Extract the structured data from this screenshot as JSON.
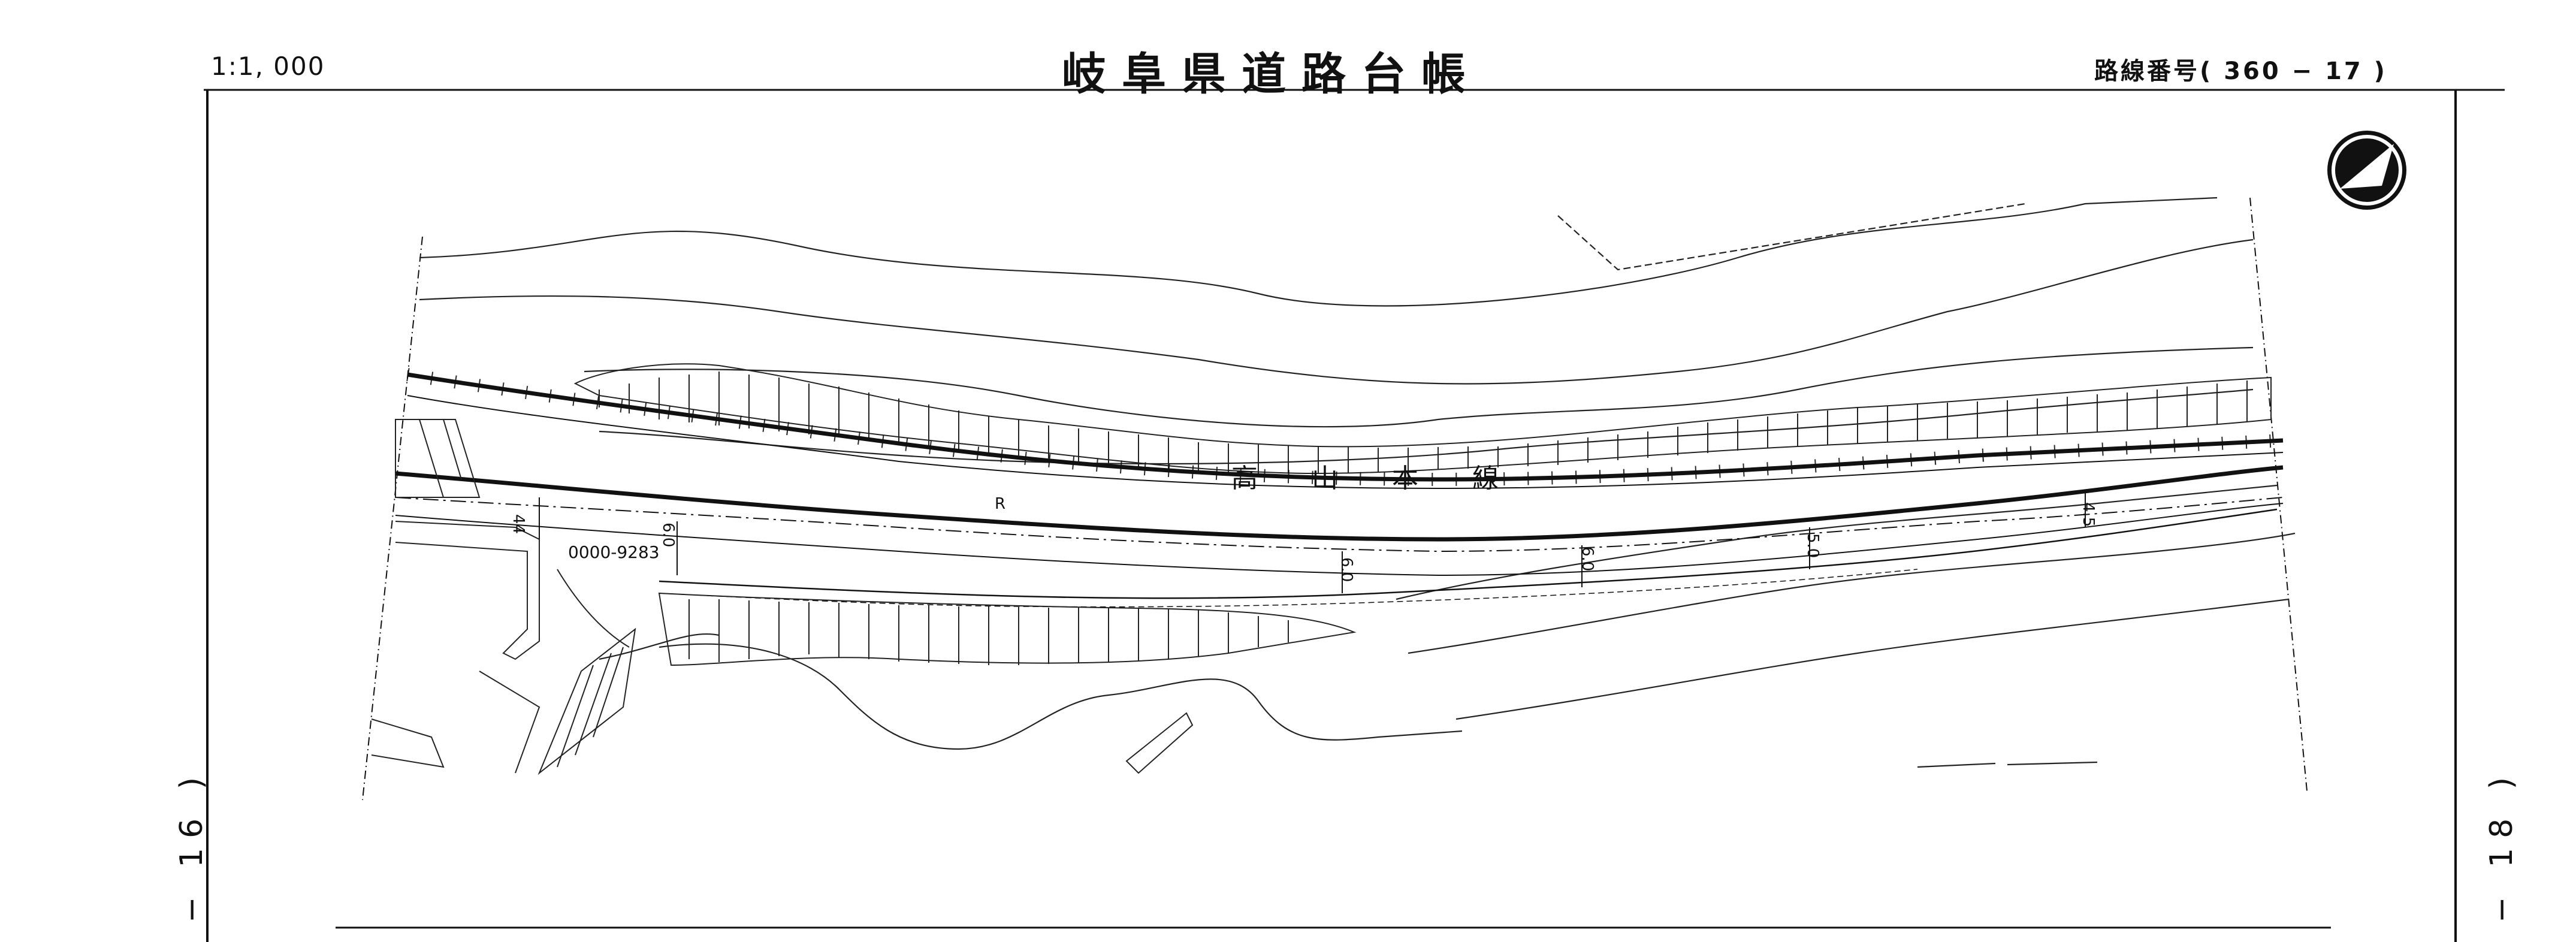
{
  "header": {
    "scale": "1:1, 000",
    "title": "岐阜県道路台帳",
    "route_number": "路線番号( 360 − 17 )"
  },
  "adjacent_sheets": {
    "left": "− 16 )",
    "right": "− 18 )"
  },
  "map": {
    "railway_label": "高 山 本 線",
    "parcel_code": "0000-9283",
    "curve_marker": "R",
    "elevation_labels": [
      "44",
      "6.0",
      "6.0",
      "6.0",
      "5.0",
      "4.5"
    ],
    "north_arrow": "north-arrow-icon"
  }
}
